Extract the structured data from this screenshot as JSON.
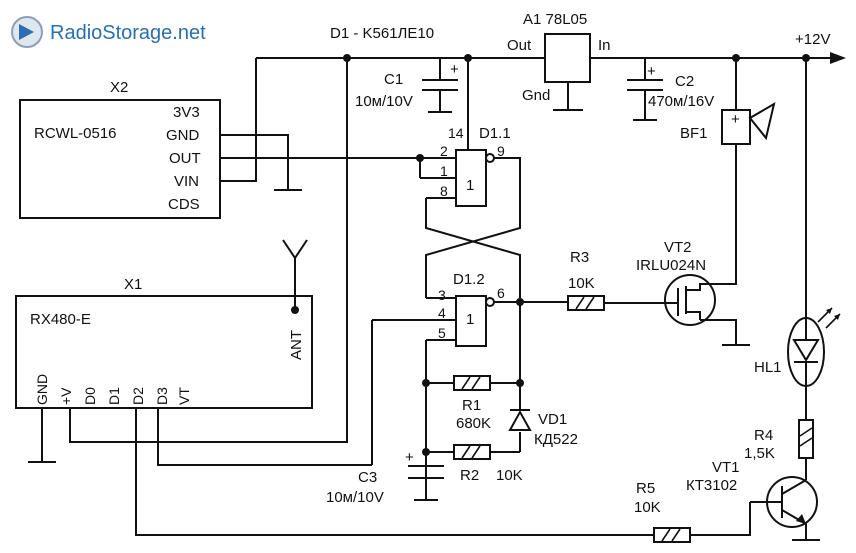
{
  "logo": {
    "text": "RadioStorage.net",
    "accent": "#2a6fb0"
  },
  "header": {
    "ic": "D1 - K561ЛЕ10",
    "reg_name": "A1 78L05",
    "reg_out": "Out",
    "reg_in": "In",
    "reg_gnd": "Gnd",
    "supply": "+12V"
  },
  "x2": {
    "ref": "X2",
    "name": "RCWL-0516",
    "pins": [
      "3V3",
      "GND",
      "OUT",
      "VIN",
      "CDS"
    ]
  },
  "x1": {
    "ref": "X1",
    "name": "RX480-E",
    "ant": "ANT",
    "pins": [
      "GND",
      "+V",
      "D0",
      "D1",
      "D2",
      "D3",
      "VT"
    ]
  },
  "c1": {
    "ref": "C1",
    "value": "10м/10V"
  },
  "c2": {
    "ref": "C2",
    "value": "470м/16V"
  },
  "c3": {
    "ref": "C3",
    "value": "10м/10V"
  },
  "d1_1": {
    "ref": "D1.1",
    "fn": "1",
    "pins": [
      "14",
      "2",
      "1",
      "8",
      "9"
    ]
  },
  "d1_2": {
    "ref": "D1.2",
    "fn": "1",
    "pins": [
      "3",
      "4",
      "5",
      "6"
    ]
  },
  "bf1": {
    "ref": "BF1",
    "sign": "+"
  },
  "vt2": {
    "ref": "VT2",
    "part": "IRLU024N"
  },
  "r3": {
    "ref": "R3",
    "value": "10K"
  },
  "r1": {
    "ref": "R1",
    "value": "680K"
  },
  "r2": {
    "ref": "R2",
    "value": "10K"
  },
  "vd1": {
    "ref": "VD1",
    "part": "КД522"
  },
  "hl1": {
    "ref": "HL1"
  },
  "r4": {
    "ref": "R4",
    "value": "1,5K"
  },
  "vt1": {
    "ref": "VT1",
    "part": "КТ3102"
  },
  "r5": {
    "ref": "R5",
    "value": "10K"
  },
  "plus_sign": "+"
}
